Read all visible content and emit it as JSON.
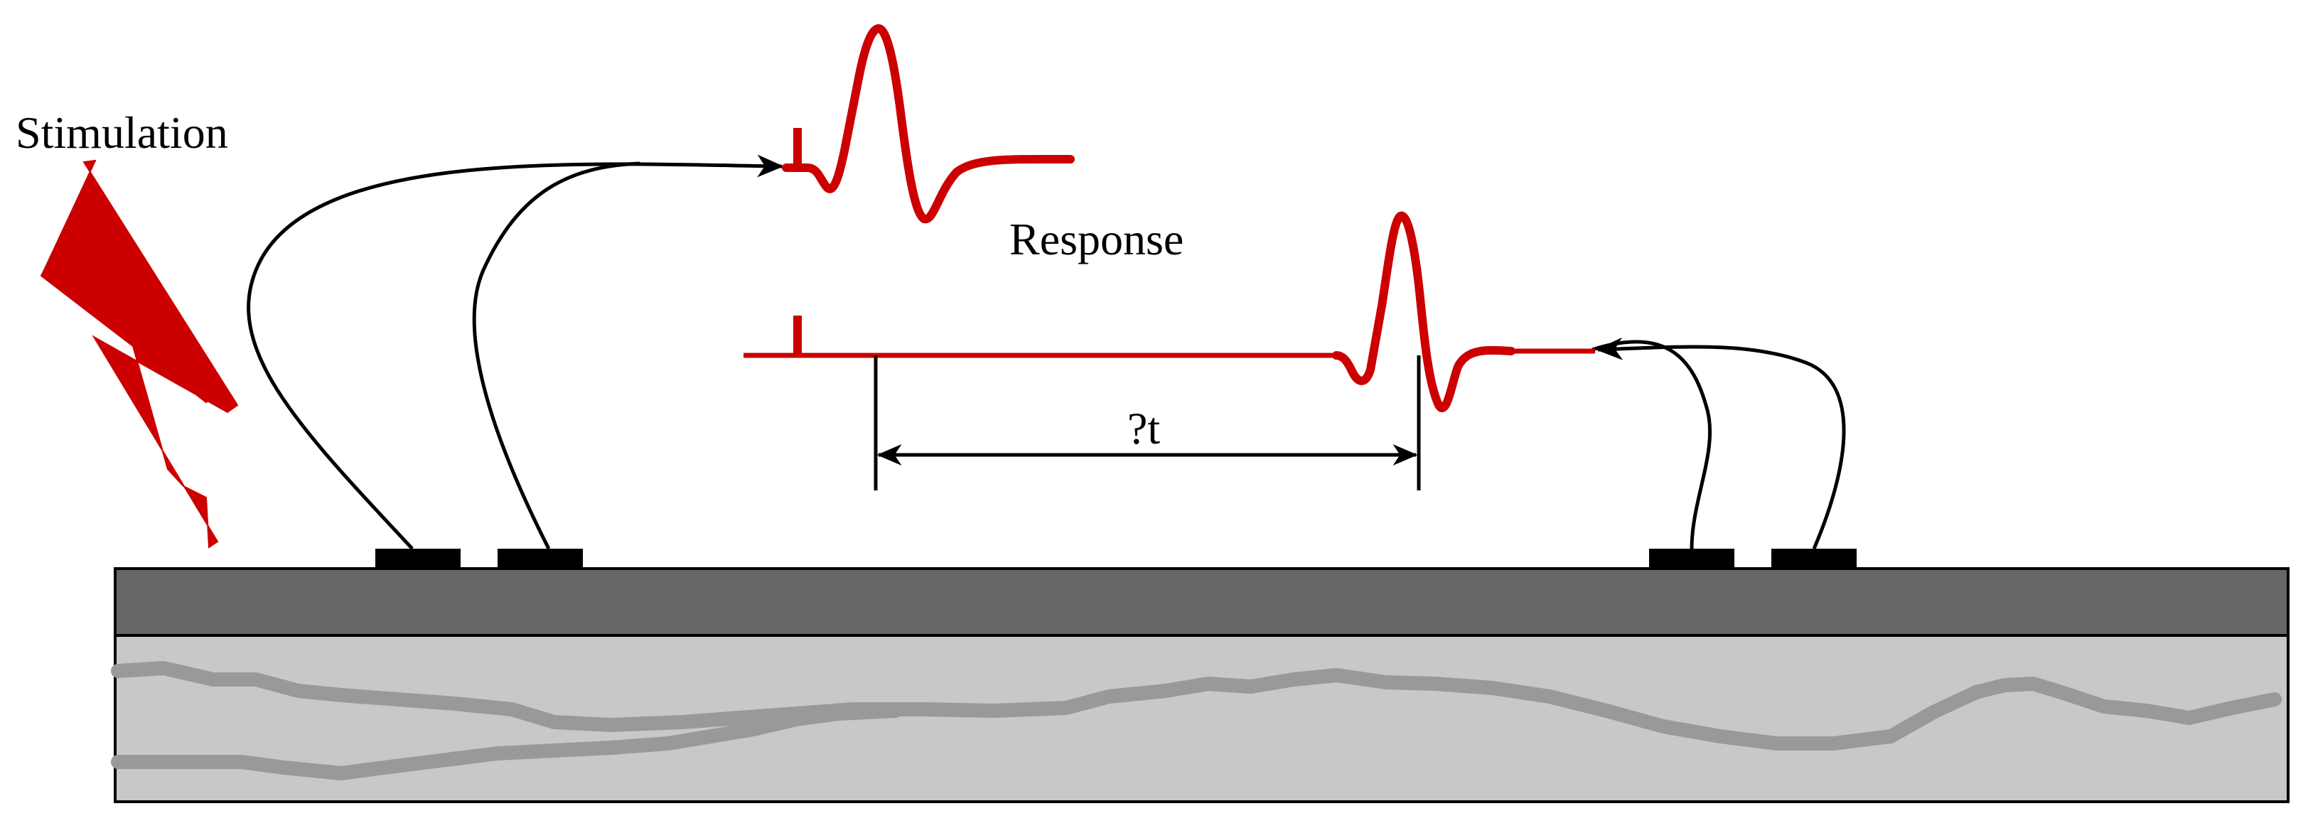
{
  "labels": {
    "stimulation": "Stimulation",
    "response": "Response",
    "delta_t": "?t"
  },
  "colors": {
    "signal": "#cc0000",
    "wire": "#000000",
    "electrode": "#000000",
    "skin": "#666666",
    "tissue": "#c8c8c8",
    "nerve": "#999999"
  },
  "icons": {
    "stimulation": "lightning-bolt-icon"
  }
}
